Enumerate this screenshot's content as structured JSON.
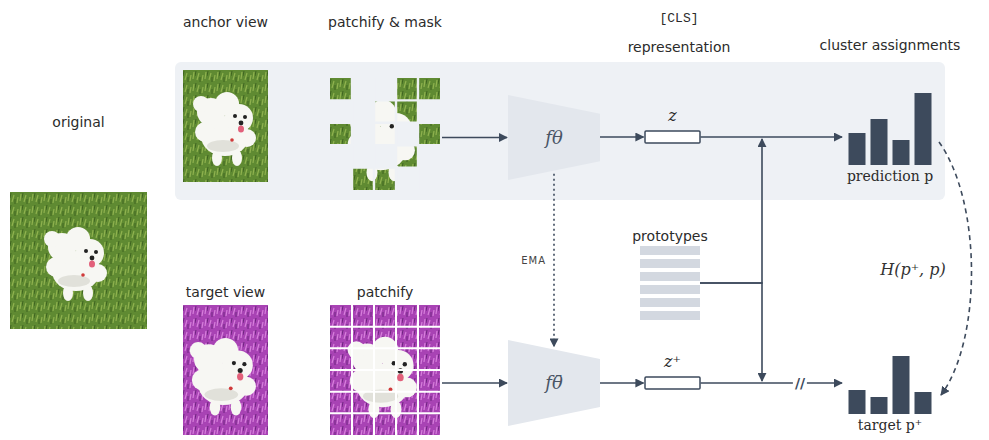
{
  "diagram": {
    "nodes": [
      {
        "text": [
          "original"
        ]
      },
      {
        "text": [
          "anchor view"
        ]
      },
      {
        "text": [
          "patchify & mask"
        ]
      },
      {
        "text": [
          "fθ"
        ]
      },
      {
        "text": [
          "z"
        ]
      },
      {
        "text": [
          "prediction p"
        ]
      },
      {
        "text": [
          "prototypes"
        ]
      },
      {
        "text": [
          "target view"
        ]
      },
      {
        "text": [
          "patchify"
        ]
      },
      {
        "text": [
          "fθ̄"
        ]
      },
      {
        "text": [
          "z⁺"
        ]
      },
      {
        "text": [
          "target p⁺"
        ]
      }
    ],
    "edges": [
      {
        "from": 2,
        "to": 3,
        "arrow": "to"
      },
      {
        "from": 3,
        "to": 4,
        "arrow": "to"
      },
      {
        "from": 4,
        "to": 5,
        "arrow": "to"
      },
      {
        "from": 6,
        "to": 5,
        "arrow": "to"
      },
      {
        "from": 6,
        "to": 11,
        "arrow": "to"
      },
      {
        "from": 8,
        "to": 9,
        "arrow": "to"
      },
      {
        "from": 9,
        "to": 10,
        "arrow": "to"
      },
      {
        "from": 10,
        "to": 11,
        "arrow": "to",
        "label": "//"
      },
      {
        "from": 3,
        "to": 9,
        "arrow": "to",
        "label": "EMA"
      },
      {
        "from": 5,
        "to": 11,
        "arrow": "to",
        "label": "H(p⁺, p)"
      }
    ],
    "labels": [
      "[CLS]",
      "representation",
      "cluster assignments"
    ]
  }
}
